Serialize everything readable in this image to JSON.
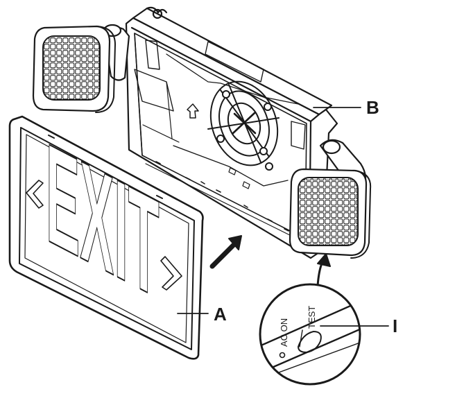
{
  "sign": {
    "word": "EXIT"
  },
  "callouts": {
    "a": "A",
    "b": "B",
    "i": "I"
  },
  "indicator": {
    "ac_on": "AC ON",
    "test": "TEST"
  },
  "colors": {
    "line": "#1a1a1a",
    "fill": "#ffffff",
    "shade": "#d9d9d9"
  }
}
